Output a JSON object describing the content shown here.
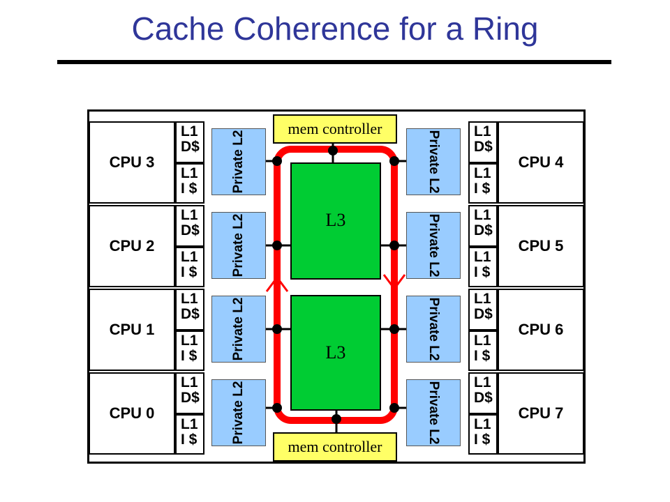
{
  "title": "Cache Coherence for a Ring",
  "cpus_left": [
    "CPU 3",
    "CPU 2",
    "CPU 1",
    "CPU 0"
  ],
  "cpus_right": [
    "CPU 4",
    "CPU 5",
    "CPU 6",
    "CPU 7"
  ],
  "l1_data": [
    "L1",
    "D$"
  ],
  "l1_instr": [
    "L1",
    "I $"
  ],
  "private_l2": "Private L2",
  "l3_label": "L3",
  "mem_controller": "mem controller",
  "colors": {
    "title": "#2f3699",
    "l2": "#99ccff",
    "l3": "#00cc33",
    "ring": "#ff0000",
    "mem_controller": "#ffff66"
  }
}
